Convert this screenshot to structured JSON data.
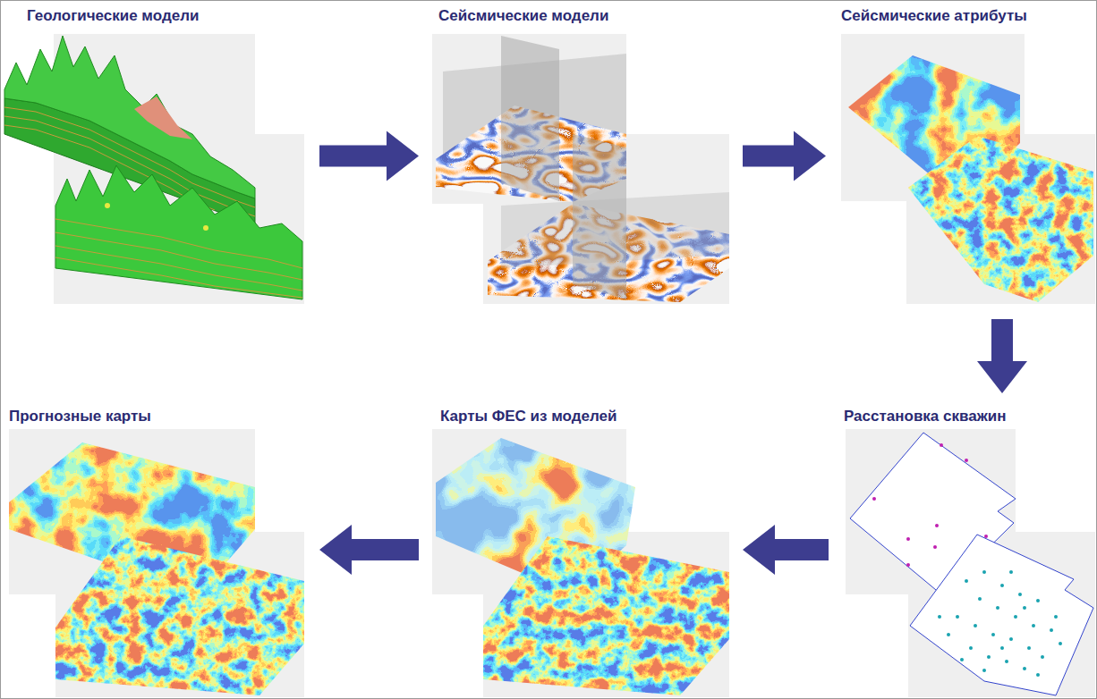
{
  "diagram": {
    "nodes": [
      {
        "text": [
          "Геологические модели"
        ]
      },
      {
        "text": [
          "Сейсмические модели"
        ]
      },
      {
        "text": [
          "Сейсмические атрибуты"
        ]
      },
      {
        "text": [
          "Расстановка скважин"
        ]
      },
      {
        "text": [
          "Карты ФЕС из моделей"
        ]
      },
      {
        "text": [
          "Прогнозные карты"
        ]
      }
    ],
    "edges": [
      {
        "from": 0,
        "to": 1,
        "arrow": "to"
      },
      {
        "from": 1,
        "to": 2,
        "arrow": "to"
      },
      {
        "from": 2,
        "to": 3,
        "arrow": "to"
      },
      {
        "from": 3,
        "to": 4,
        "arrow": "to"
      },
      {
        "from": 4,
        "to": 5,
        "arrow": "to"
      }
    ]
  }
}
